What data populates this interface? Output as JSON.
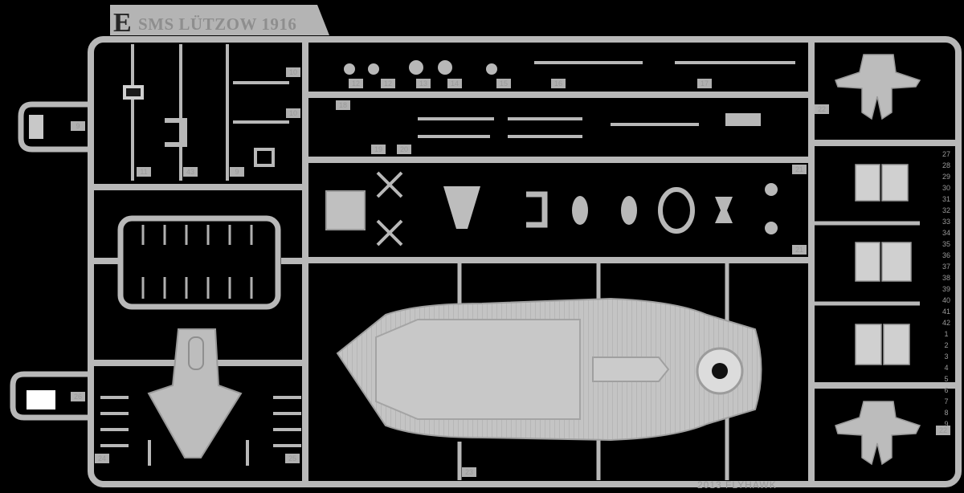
{
  "plate": {
    "letter": "E",
    "title": "SMS LÜTZOW 1916",
    "copyright": "2013 FLYHAWK"
  },
  "part_numbers": [
    "9",
    "11",
    "43",
    "9",
    "10",
    "10",
    "12",
    "12",
    "13",
    "14",
    "15",
    "16",
    "17",
    "18",
    "19",
    "20",
    "21",
    "21",
    "22",
    "22",
    "23",
    "24",
    "25",
    "26",
    "27",
    "28",
    "29",
    "30",
    "31",
    "32",
    "33",
    "34",
    "35",
    "36",
    "37",
    "38",
    "39",
    "40",
    "41",
    "42",
    "1",
    "2",
    "3",
    "4",
    "5",
    "6",
    "7",
    "8",
    "9"
  ],
  "colors": {
    "background": "#000000",
    "plastic": "#b9b9b9",
    "plastic_shadow": "#8c8c8c",
    "deck": "#c6c6c6"
  }
}
